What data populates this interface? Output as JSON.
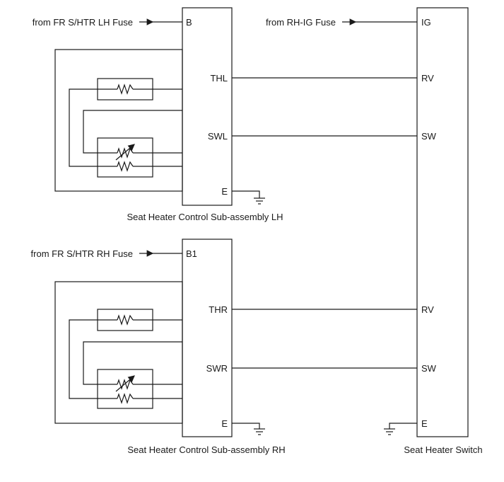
{
  "sources": {
    "lh_fuse": "from FR S/HTR LH Fuse",
    "rh_fuse": "from FR S/HTR RH Fuse",
    "ig_fuse": "from RH-IG Fuse"
  },
  "lh_unit": {
    "label": "Seat Heater Control Sub-assembly LH",
    "pins": {
      "power": "B",
      "thermistor": "THL",
      "switch": "SWL",
      "ground": "E"
    }
  },
  "rh_unit": {
    "label": "Seat Heater Control Sub-assembly RH",
    "pins": {
      "power": "B1",
      "thermistor": "THR",
      "switch": "SWR",
      "ground": "E"
    }
  },
  "switch_unit": {
    "label": "Seat Heater Switch",
    "pins": {
      "ig": "IG",
      "rv_lh": "RV",
      "sw_lh": "SW",
      "rv_rh": "RV",
      "sw_rh": "SW",
      "ground": "E"
    }
  }
}
